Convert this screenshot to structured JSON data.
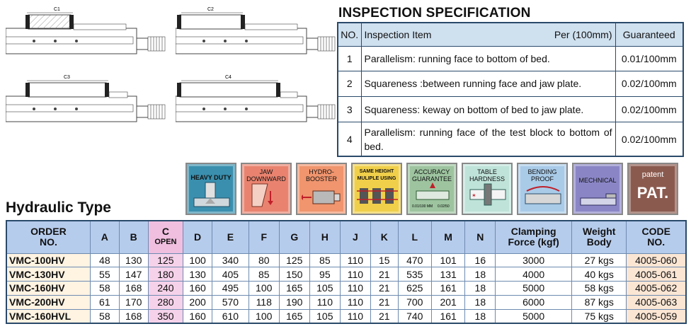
{
  "vise_labels": [
    "C1",
    "C2",
    "C3",
    "C4"
  ],
  "inspection": {
    "title": "INSPECTION SPECIFICATION",
    "headers": {
      "no": "NO.",
      "item": "Inspection Item",
      "per": "Per (100mm)",
      "guaranteed": "Guaranteed"
    },
    "rows": [
      {
        "no": "1",
        "item": "Parallelism: running face to bottom of bed.",
        "value": "0.01/100mm"
      },
      {
        "no": "2",
        "item": "Squareness :between running face and jaw plate.",
        "value": "0.02/100mm"
      },
      {
        "no": "3",
        "item": "Squareness: keway on bottom of bed to jaw plate.",
        "value": "0.02/100mm"
      },
      {
        "no": "4",
        "item": "Parallelism: running face of the test block to bottom of bed.",
        "value": "0.02/100mm"
      }
    ]
  },
  "features": [
    {
      "label": "HEAVY DUTY",
      "color": "#3a8fae"
    },
    {
      "label": "JAW DOWNWARD",
      "color": "#e9836f"
    },
    {
      "label": "HYDRO-BOOSTER",
      "color": "#f0956e"
    },
    {
      "label": "SAME HEIGHT MULIPLE USING",
      "color": "#f0cf4a"
    },
    {
      "label": "ACCURACY GUARANTEE",
      "color": "#9dc49f"
    },
    {
      "label": "TABLE HARDNESS",
      "color": "#bfe3d9"
    },
    {
      "label": "BENDING PROOF",
      "color": "#a9cbe8"
    },
    {
      "label": "MECHNICAL",
      "color": "#8a86c6"
    },
    {
      "label": "patent",
      "color": "#8b5a4e"
    }
  ],
  "feature_extras": {
    "accuracy_left": "0.01/100 MM",
    "accuracy_right": "0.02/50",
    "patent_big": "PAT."
  },
  "hydraulic_title": "Hydraulic Type",
  "spec": {
    "headers": [
      "ORDER NO.",
      "A",
      "B",
      "C OPEN",
      "D",
      "E",
      "F",
      "G",
      "H",
      "J",
      "K",
      "L",
      "M",
      "N",
      "Clamping Force (kgf)",
      "Weight Body",
      "CODE NO."
    ],
    "header_lines": [
      [
        "ORDER",
        "NO."
      ],
      [
        "A"
      ],
      [
        "B"
      ],
      [
        "C",
        "OPEN"
      ],
      [
        "D"
      ],
      [
        "E"
      ],
      [
        "F"
      ],
      [
        "G"
      ],
      [
        "H"
      ],
      [
        "J"
      ],
      [
        "K"
      ],
      [
        "L"
      ],
      [
        "M"
      ],
      [
        "N"
      ],
      [
        "Clamping",
        "Force (kgf)"
      ],
      [
        "Weight",
        "Body"
      ],
      [
        "CODE",
        "NO."
      ]
    ],
    "rows": [
      [
        "VMC-100HV",
        "48",
        "130",
        "125",
        "100",
        "340",
        "80",
        "125",
        "85",
        "110",
        "15",
        "470",
        "101",
        "16",
        "3000",
        "27 kgs",
        "4005-060"
      ],
      [
        "VMC-130HV",
        "55",
        "147",
        "180",
        "130",
        "405",
        "85",
        "150",
        "95",
        "110",
        "21",
        "535",
        "131",
        "18",
        "4000",
        "40 kgs",
        "4005-061"
      ],
      [
        "VMC-160HV",
        "58",
        "168",
        "240",
        "160",
        "495",
        "100",
        "165",
        "105",
        "110",
        "21",
        "625",
        "161",
        "18",
        "5000",
        "58 kgs",
        "4005-062"
      ],
      [
        "VMC-200HV",
        "61",
        "170",
        "280",
        "200",
        "570",
        "118",
        "190",
        "110",
        "110",
        "21",
        "700",
        "201",
        "18",
        "6000",
        "87 kgs",
        "4005-063"
      ],
      [
        "VMC-160HVL",
        "58",
        "168",
        "350",
        "160",
        "610",
        "100",
        "165",
        "105",
        "110",
        "21",
        "740",
        "161",
        "18",
        "5000",
        "75 kgs",
        "4005-059"
      ]
    ]
  }
}
